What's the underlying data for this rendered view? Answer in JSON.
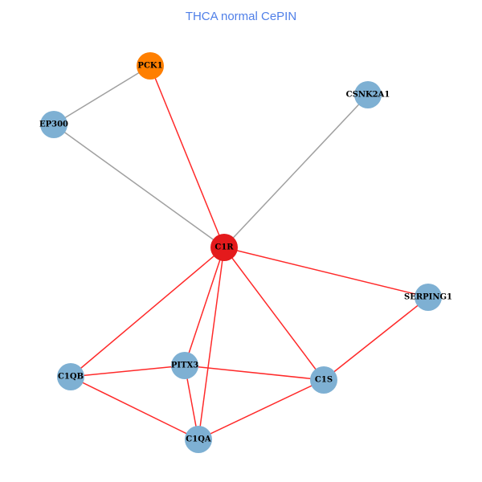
{
  "title": "THCA normal CePIN",
  "colors": {
    "default_node": "#7eb0d3",
    "hub_node": "#e41a1c",
    "highlight_node": "#ff7f00",
    "red_edge": "#ff2a2a",
    "gray_edge": "#a0a0a0"
  },
  "nodes": [
    {
      "id": "PCK1",
      "label": "PCK1",
      "type": "highlight"
    },
    {
      "id": "CSNK2A1",
      "label": "CSNK2A1",
      "type": "default"
    },
    {
      "id": "EP300",
      "label": "EP300",
      "type": "default"
    },
    {
      "id": "C1R",
      "label": "C1R",
      "type": "hub"
    },
    {
      "id": "SERPING1",
      "label": "SERPING1",
      "type": "default"
    },
    {
      "id": "PITX3",
      "label": "PITX3",
      "type": "default"
    },
    {
      "id": "C1QB",
      "label": "C1QB",
      "type": "default"
    },
    {
      "id": "C1S",
      "label": "C1S",
      "type": "default"
    },
    {
      "id": "C1QA",
      "label": "C1QA",
      "type": "default"
    }
  ],
  "edges": [
    {
      "source": "PCK1",
      "target": "EP300",
      "color": "gray"
    },
    {
      "source": "EP300",
      "target": "C1R",
      "color": "gray"
    },
    {
      "source": "CSNK2A1",
      "target": "C1R",
      "color": "gray"
    },
    {
      "source": "PCK1",
      "target": "C1R",
      "color": "red"
    },
    {
      "source": "C1R",
      "target": "SERPING1",
      "color": "red"
    },
    {
      "source": "C1R",
      "target": "C1QB",
      "color": "red"
    },
    {
      "source": "C1R",
      "target": "PITX3",
      "color": "red"
    },
    {
      "source": "C1R",
      "target": "C1QA",
      "color": "red"
    },
    {
      "source": "C1R",
      "target": "C1S",
      "color": "red"
    },
    {
      "source": "SERPING1",
      "target": "C1S",
      "color": "red"
    },
    {
      "source": "C1QB",
      "target": "PITX3",
      "color": "red"
    },
    {
      "source": "PITX3",
      "target": "C1S",
      "color": "red"
    },
    {
      "source": "C1QB",
      "target": "C1QA",
      "color": "red"
    },
    {
      "source": "PITX3",
      "target": "C1QA",
      "color": "red"
    },
    {
      "source": "C1QA",
      "target": "C1S",
      "color": "red"
    }
  ]
}
